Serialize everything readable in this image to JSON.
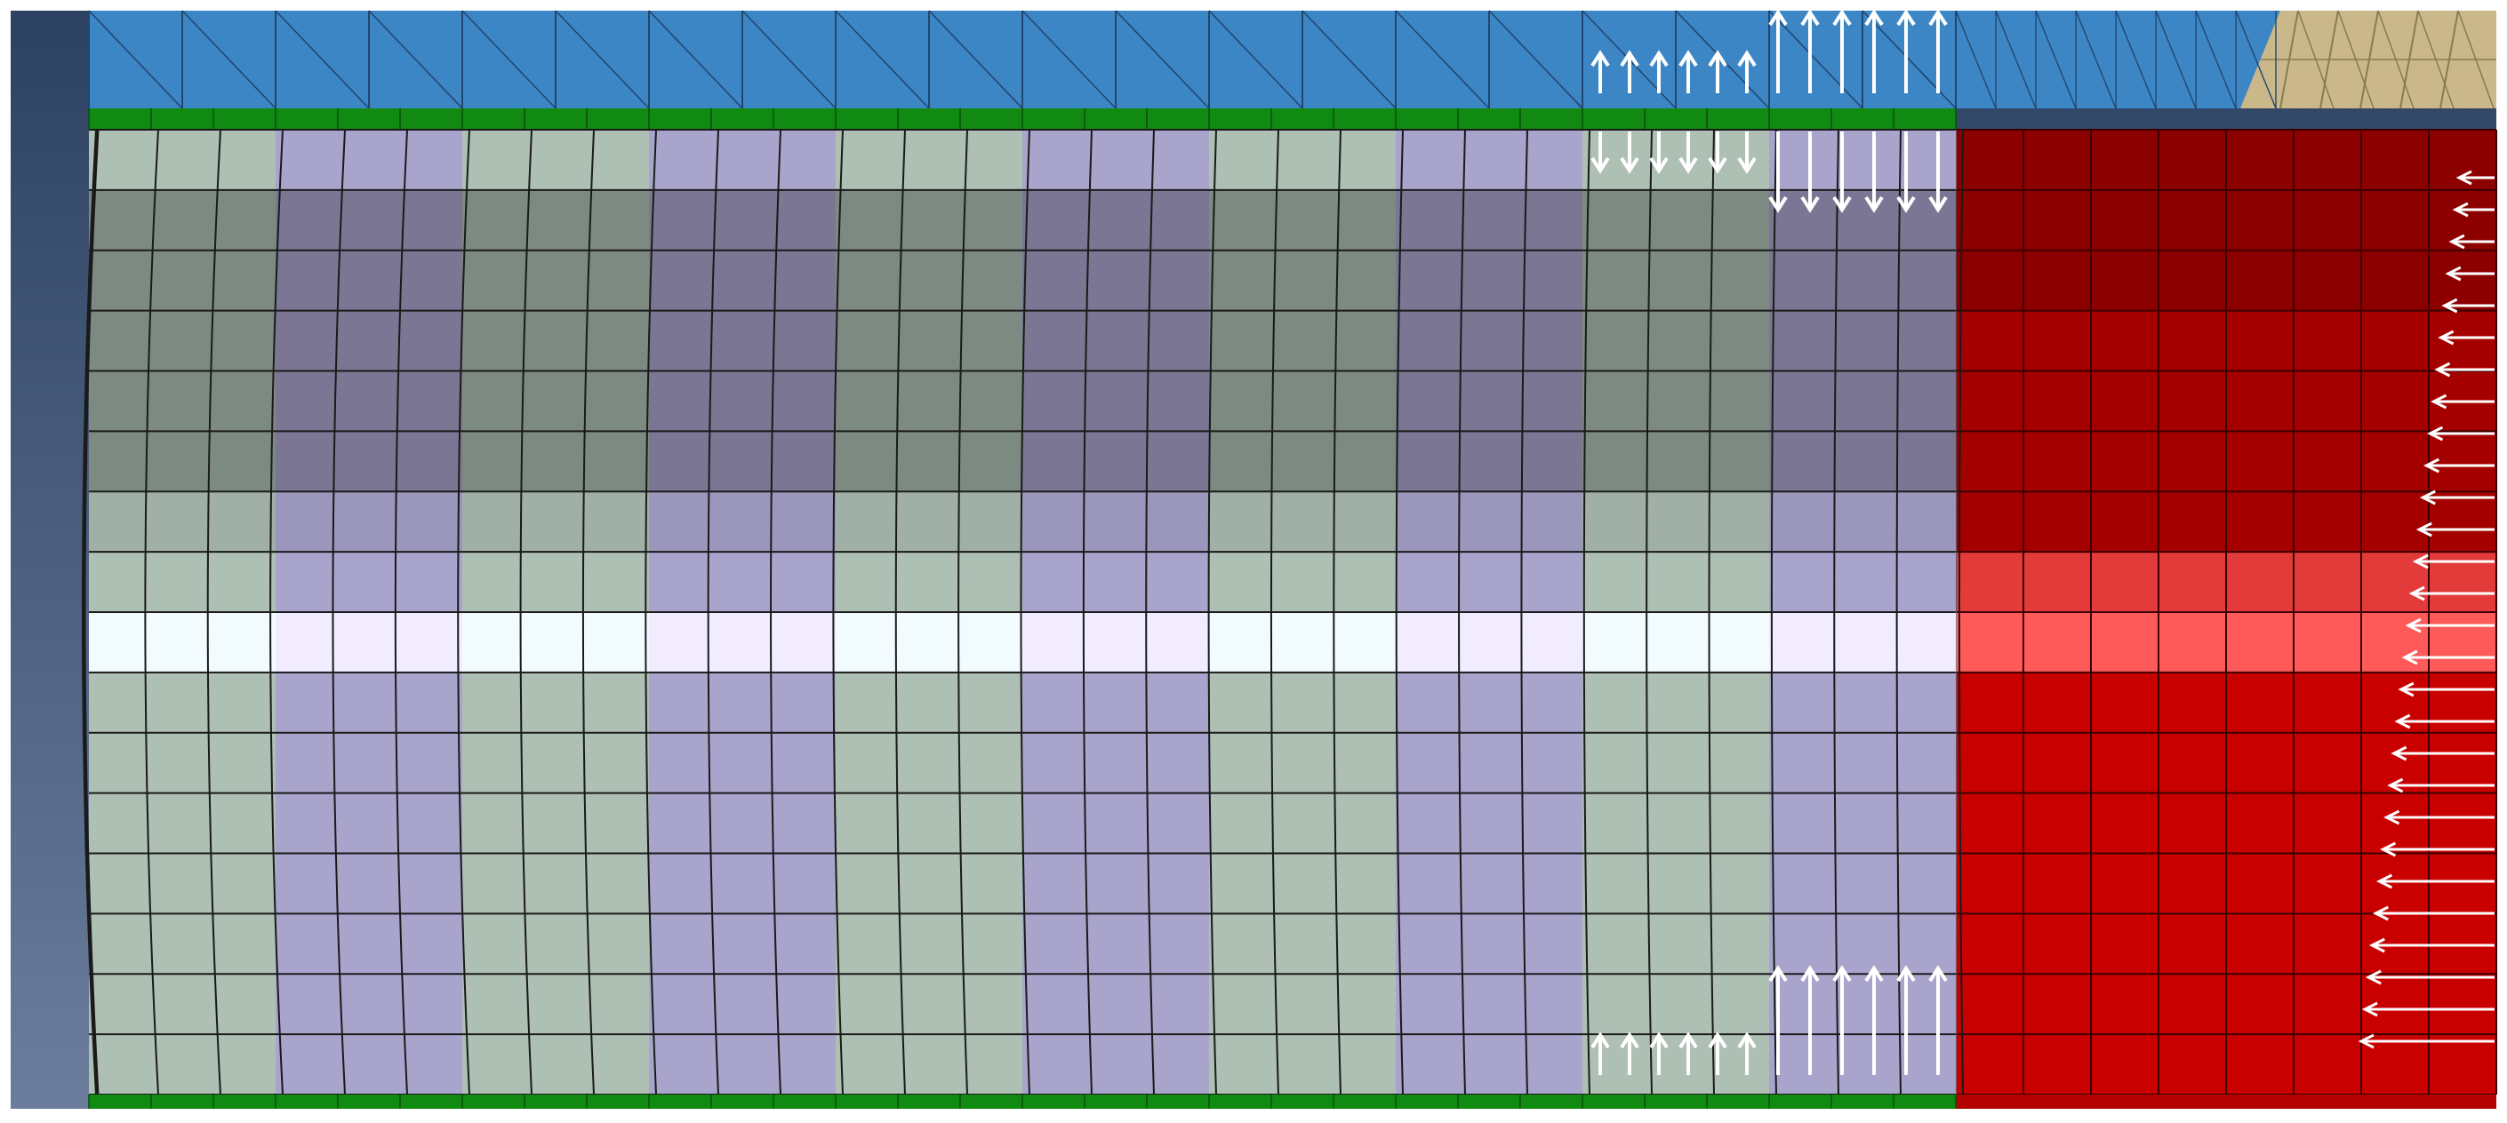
{
  "scene": {
    "kind": "finite-element mesh view",
    "viewport_background_top": "#2d4262",
    "viewport_background_bottom": "#6b7c9c",
    "page_background": "#ffffff"
  },
  "parts": {
    "top_plate": {
      "fill": "#3d86c6",
      "grid_columns": 20,
      "grid_rows": 1,
      "diagonals": true
    },
    "contact_layer": {
      "fill": "#118a11",
      "strips": 2
    },
    "specimen": {
      "grid_columns": 30,
      "grid_rows": 16,
      "column_band_width": 3,
      "band_colors": [
        "#aebfb4",
        "#a9a4cc"
      ],
      "center_row_colors": [
        "#f2fcff",
        "#f1ecff"
      ]
    },
    "red_block": {
      "colors": [
        "#8d0000",
        "#a50000",
        "#c80000",
        "#e33a3a",
        "#ff5a5a"
      ],
      "grid_columns": 8,
      "grid_rows": 16
    },
    "tan_block": {
      "fill": "#cbb88a"
    }
  },
  "loads": {
    "arrow_color": "#ffffff",
    "top_short_up": 6,
    "top_long": 6,
    "row2_short_down": 6,
    "bottom_up": 12,
    "right_edge_horizontal": 28
  }
}
